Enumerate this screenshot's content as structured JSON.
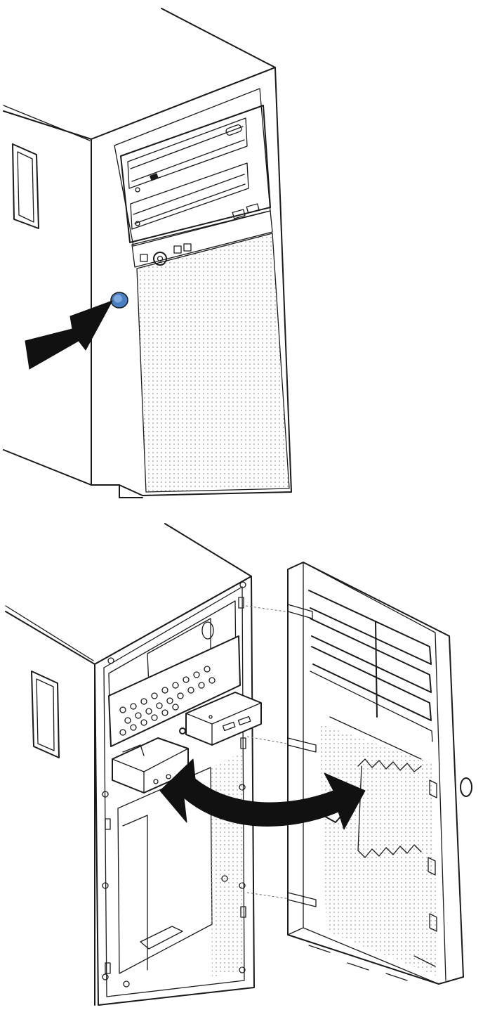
{
  "figure": {
    "panels": [
      {
        "id": "top",
        "content": "front-bezel-release-button-press"
      },
      {
        "id": "bottom",
        "content": "bezel-rotate-off"
      }
    ],
    "colors": {
      "line": "#1a1a1a",
      "release_button": "#4a7fc1",
      "arrow": "#111111",
      "background": "#ffffff"
    },
    "icons": [
      "push-arrow-icon",
      "release-button-icon",
      "rotate-double-arrow-icon"
    ]
  }
}
